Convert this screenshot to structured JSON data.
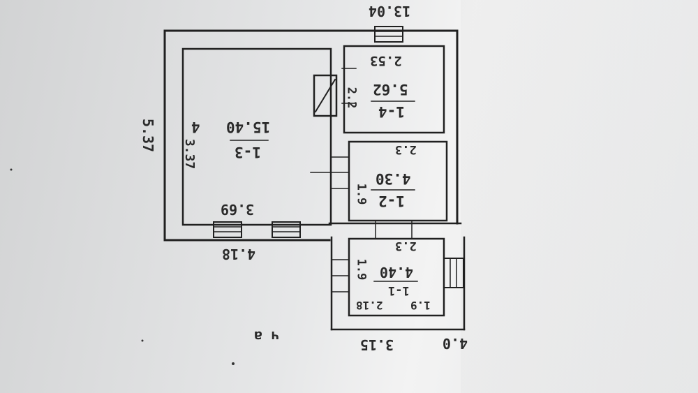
{
  "plan": {
    "dimensions": {
      "top_width": "13.04",
      "left_height": "5.37",
      "room_left_height": "3.37",
      "room_left_width": "3.69",
      "bottom_left_width": "4.18",
      "bottom_right_width": "3.15",
      "bottom_far_right": "4.0",
      "room_top_right_width": "2.53",
      "room_top_right_height": "2.2",
      "room_mid_width": "2.3",
      "room_mid_height": "1.9",
      "room_low_width": "2.3",
      "room_low_height": "1.9",
      "room_low_width_b": "2.18",
      "room_low_height_b": "1.9"
    },
    "rooms": [
      {
        "id": "1-3",
        "area": "15.40"
      },
      {
        "id": "1-4",
        "area": "5.62"
      },
      {
        "id": "1-2",
        "area": "4.30"
      },
      {
        "id": "1-1",
        "area": "4.40"
      }
    ],
    "annotations": {
      "left_extra": "4",
      "bottom_marks": "ч  а"
    }
  }
}
